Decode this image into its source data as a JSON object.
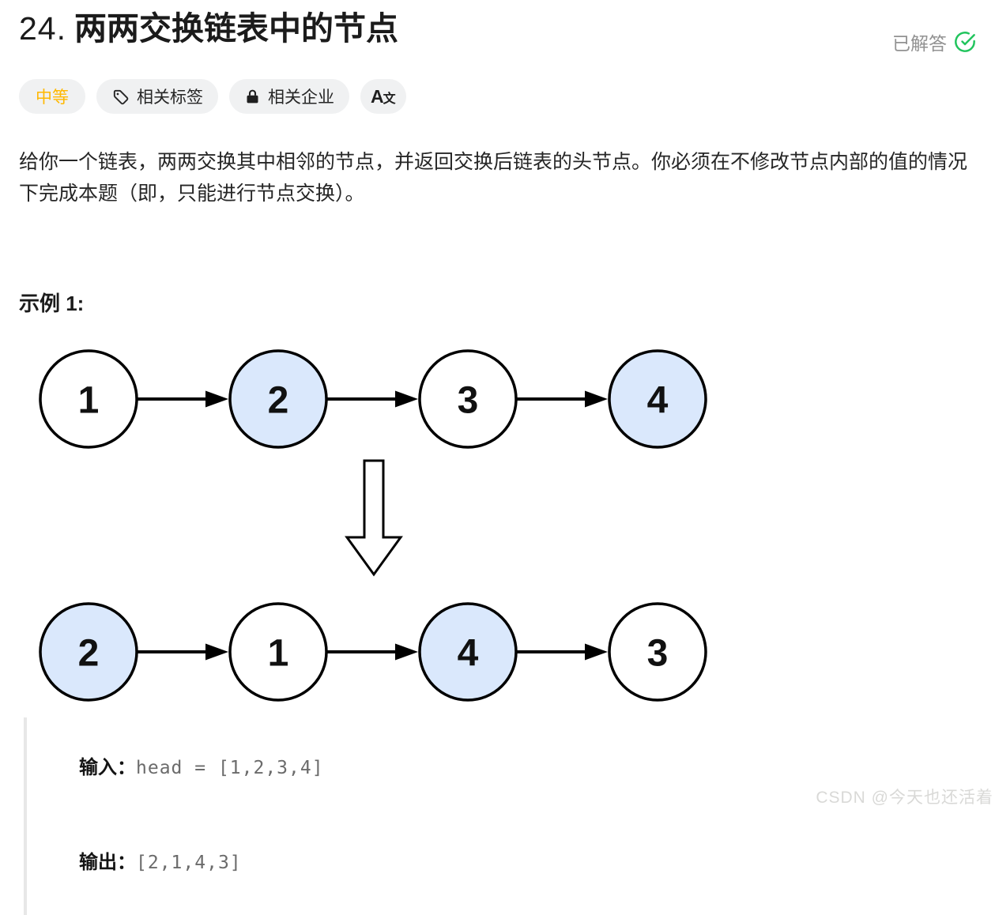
{
  "page": {
    "title_number": "24.",
    "title_text": "两两交换链表中的节点",
    "solved_label": "已解答"
  },
  "tags": {
    "difficulty": "中等",
    "related_tags": "相关标签",
    "related_companies": "相关企业",
    "translate_parts": {
      "a": "A",
      "wen": "文"
    }
  },
  "description": "给你一个链表，两两交换其中相邻的节点，并返回交换后链表的头节点。你必须在不修改节点内部的值的情况下完成本题（即，只能进行节点交换）。",
  "example_heading": "示例 1:",
  "example": {
    "input_label": "输入：",
    "input_value": "head = [1,2,3,4]",
    "output_label": "输出：",
    "output_value": "[2,1,4,3]"
  },
  "watermark": "CSDN @今天也还活着",
  "colors": {
    "solved_green": "#21c45d",
    "difficulty_orange": "#ffb800",
    "pill_background": "#f0f1f2",
    "node_fill": "#ffffff",
    "node_highlight_fill": "#dae8fc",
    "node_stroke": "#000000",
    "code_gray": "#6b6b6b"
  },
  "diagram": {
    "before": [
      {
        "value": "1",
        "highlighted": false
      },
      {
        "value": "2",
        "highlighted": true
      },
      {
        "value": "3",
        "highlighted": false
      },
      {
        "value": "4",
        "highlighted": true
      }
    ],
    "after": [
      {
        "value": "2",
        "highlighted": true
      },
      {
        "value": "1",
        "highlighted": false
      },
      {
        "value": "4",
        "highlighted": true
      },
      {
        "value": "3",
        "highlighted": false
      }
    ]
  }
}
